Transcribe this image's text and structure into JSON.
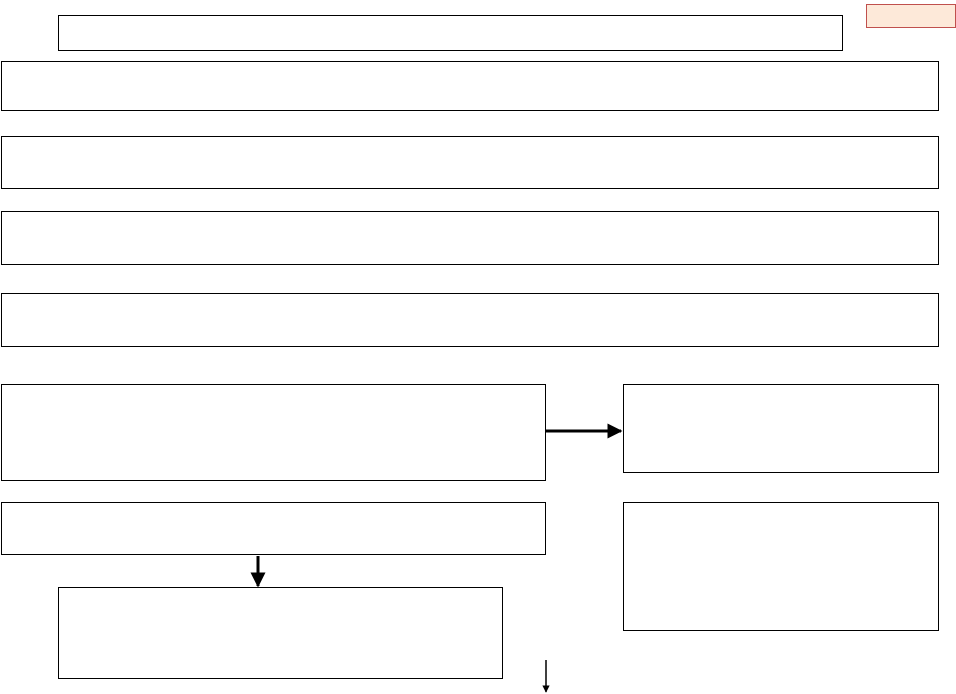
{
  "colors": {
    "line": "#000000",
    "tag_background": "#fde9d9",
    "tag_border": "#c0504d"
  },
  "tag": {
    "label": ""
  },
  "boxes": {
    "title": "",
    "row_1": "",
    "row_2": "",
    "row_3": "",
    "row_4": "",
    "left_upper": "",
    "right_upper": "",
    "left_lower": "",
    "right_lower": "",
    "bottom": ""
  },
  "connectors": [
    {
      "from": "left_upper",
      "to": "right_upper",
      "direction": "right"
    },
    {
      "from": "left_lower",
      "to": "bottom",
      "direction": "down"
    },
    {
      "from": "bottom",
      "to": "next",
      "direction": "down"
    }
  ]
}
